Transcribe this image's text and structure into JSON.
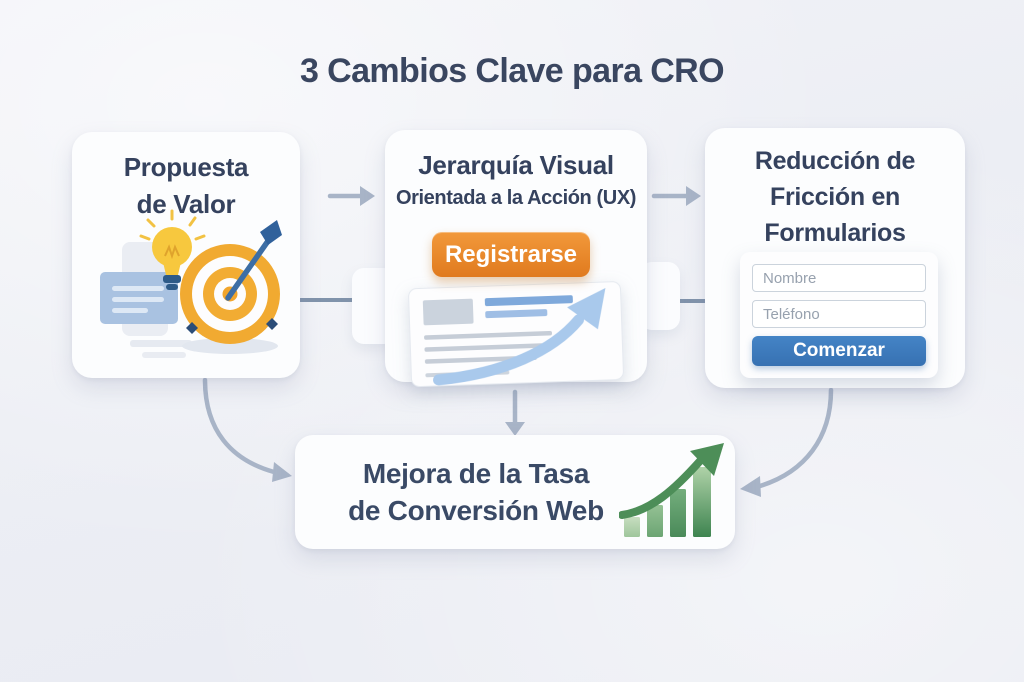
{
  "title": "3 Cambios Clave para CRO",
  "cards": {
    "value_proposition": {
      "line1": "Propuesta",
      "line2": "de Valor",
      "icons": [
        "note-card-icon",
        "lightbulb-icon",
        "target-dart-icon"
      ]
    },
    "visual_hierarchy": {
      "line1": "Jerarquía Visual",
      "line2": "Orientada a la Acción (UX)",
      "cta_label": "Registrarse",
      "icons": [
        "wireframe-document-icon",
        "growth-arrow-icon"
      ]
    },
    "form_friction": {
      "line1": "Reducción de",
      "line2": "Fricción en",
      "line3": "Formularios",
      "form": {
        "name_placeholder": "Nombre",
        "phone_placeholder": "Teléfono",
        "submit_label": "Comenzar"
      }
    }
  },
  "result_card": {
    "line1": "Mejora de la Tasa",
    "line2": "de Conversión Web",
    "icons": [
      "bar-chart-growth-icon"
    ]
  },
  "colors": {
    "background": "#ECEEF4",
    "card_background": "#FCFDFE",
    "title_text": "#3A4660",
    "heading_text": "#35425E",
    "connector_arrow": "#A8B4C7",
    "connector_line": "#8093AB",
    "cta_orange": "#E8832C",
    "cta_blue": "#3D7ABC",
    "input_border": "#CBD3DC",
    "placeholder_text": "#97A1AE",
    "target_orange": "#F1AA31",
    "bulb_yellow": "#F7C83E",
    "note_blue": "#A9C2E1",
    "dart_blue": "#3D6EA5",
    "doc_arrow_blue": "#A9C9EC",
    "growth_green": "#4D8E58"
  }
}
